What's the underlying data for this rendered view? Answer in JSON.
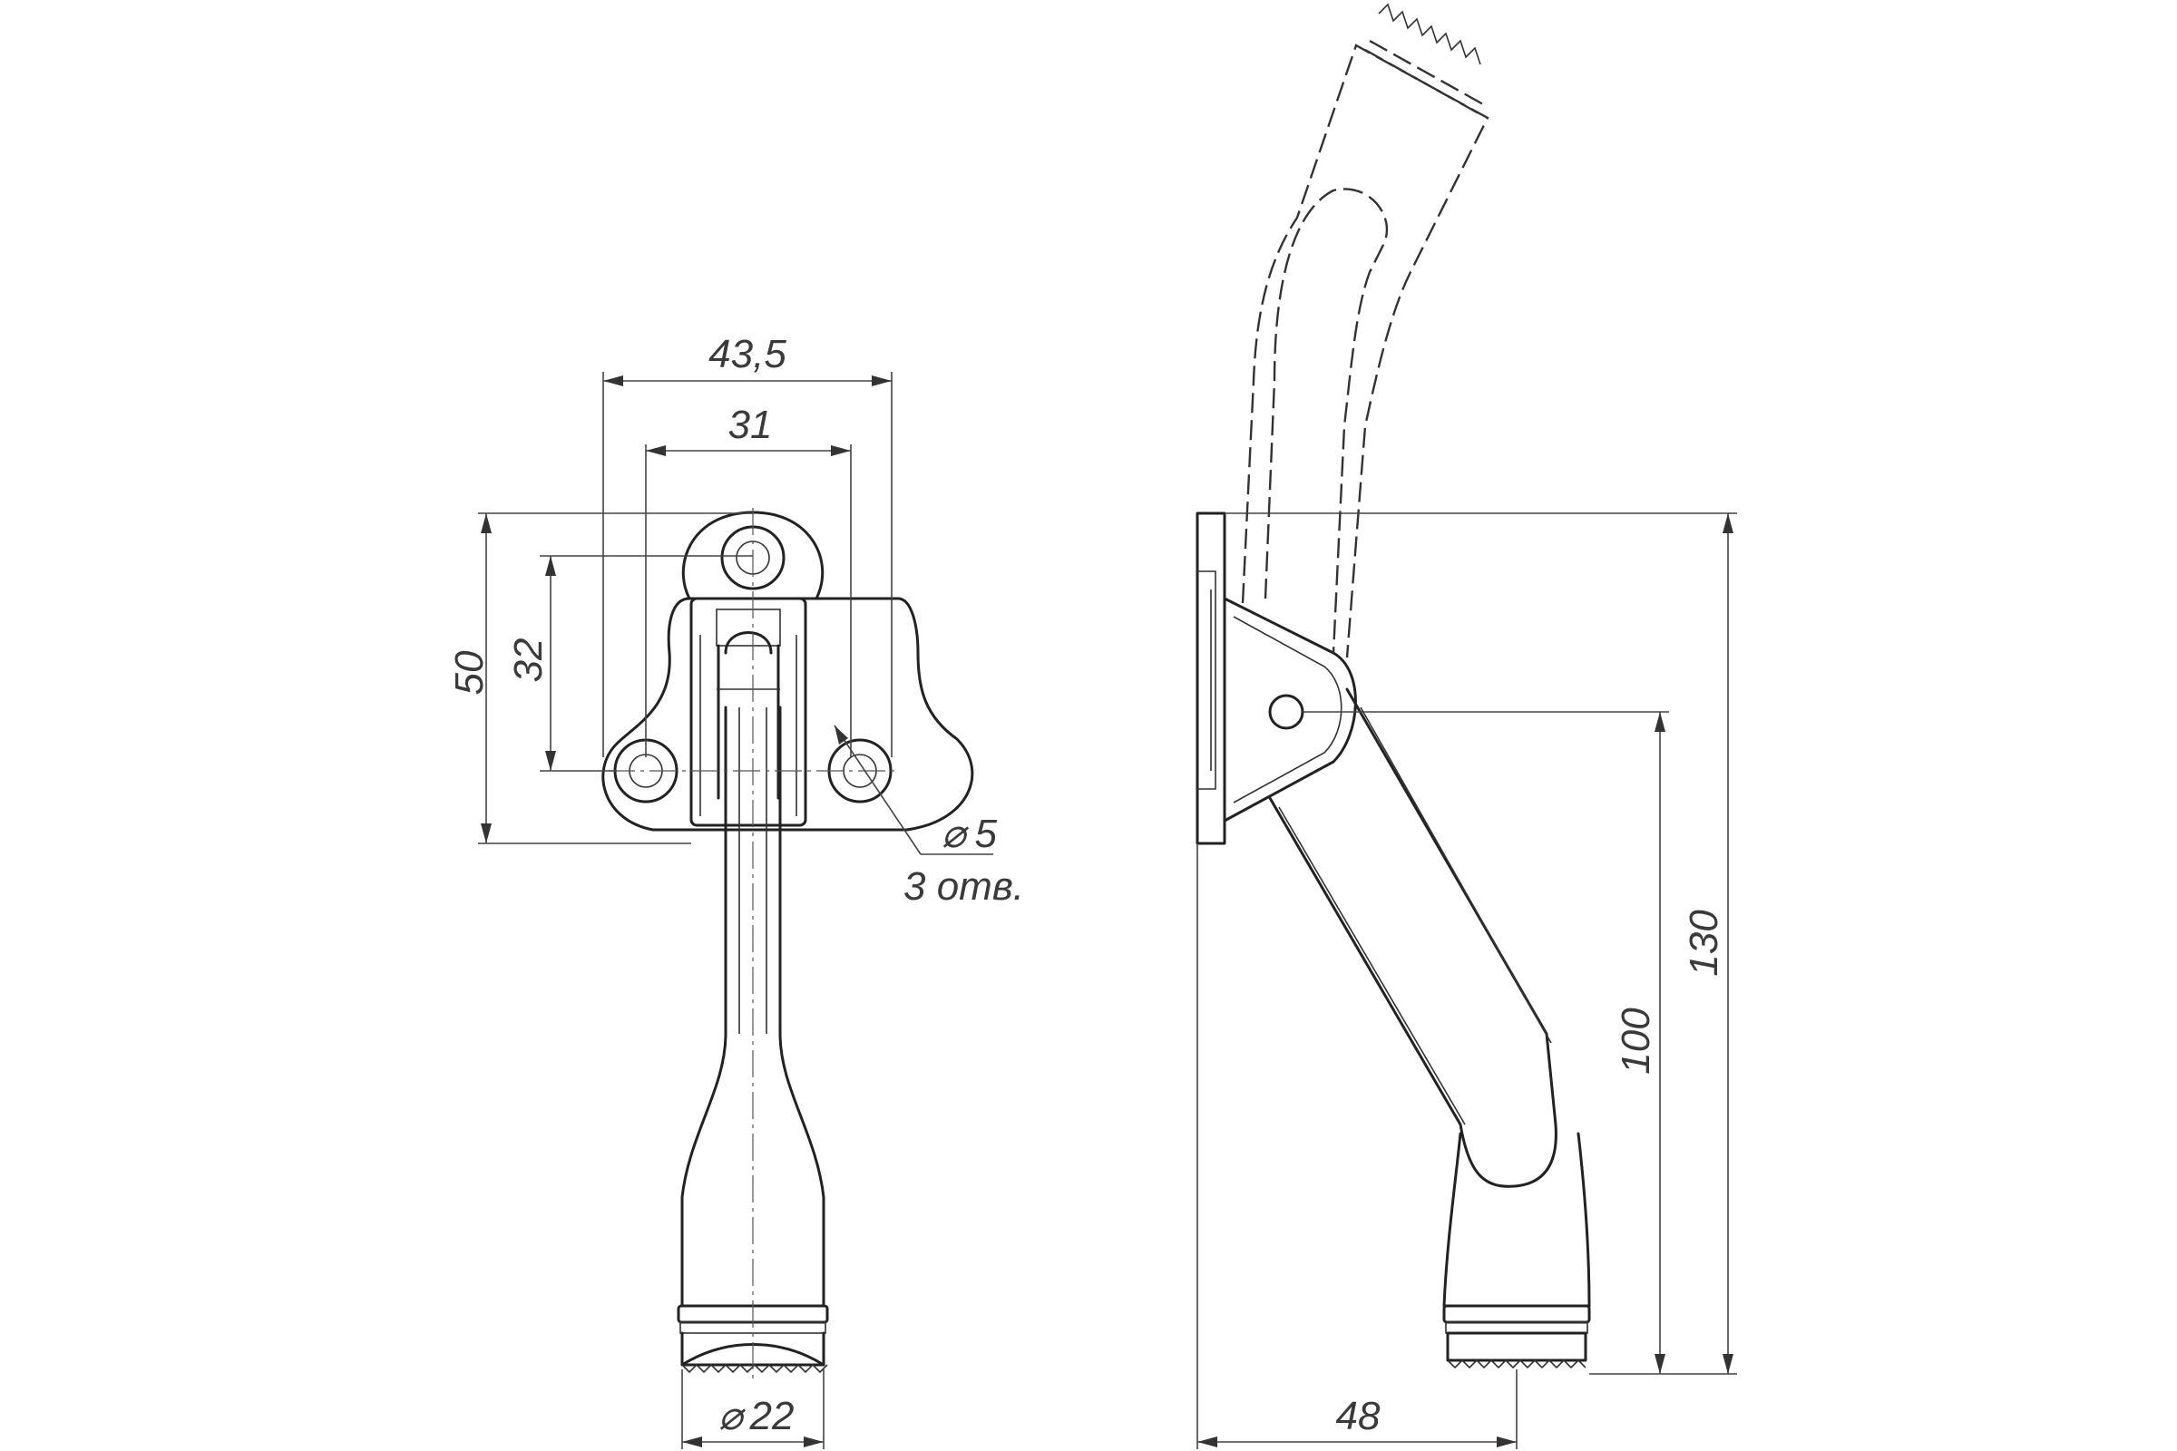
{
  "dimensions": {
    "width_outer": "43,5",
    "width_holes": "31",
    "height_base": "50",
    "hole_spacing": "32",
    "hole_diameter": "5",
    "hole_count": "3 отв.",
    "foot_diameter": "22",
    "pivot_height": "100",
    "total_height": "130",
    "projection": "48"
  },
  "symbols": {
    "diameter": "⌀"
  }
}
